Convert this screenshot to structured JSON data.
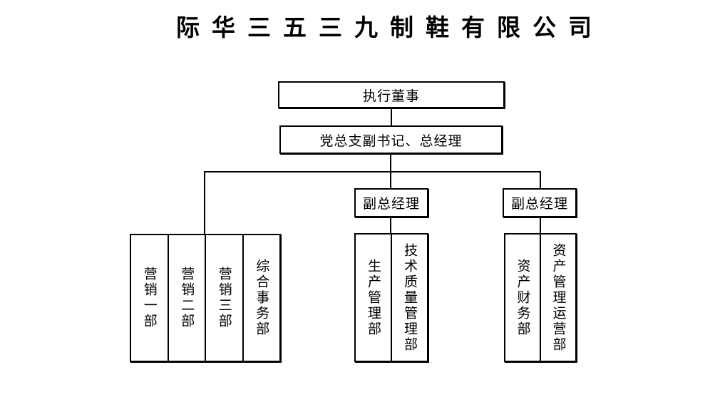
{
  "title": "际华三五三九制鞋有限公司",
  "org": {
    "root": "执行董事",
    "general_manager": "党总支副书记、总经理",
    "deputy_left": "副总经理",
    "deputy_right": "副总经理",
    "groups": [
      {
        "departments": [
          "营销一部",
          "营销二部",
          "营销三部",
          "综合事务部"
        ]
      },
      {
        "departments": [
          "生产管理部",
          "技术质量管理部"
        ]
      },
      {
        "departments": [
          "资产财务部",
          "资产管理运营部"
        ]
      }
    ]
  },
  "colors": {
    "line": "#000000",
    "text": "#000000",
    "background": "#ffffff"
  }
}
